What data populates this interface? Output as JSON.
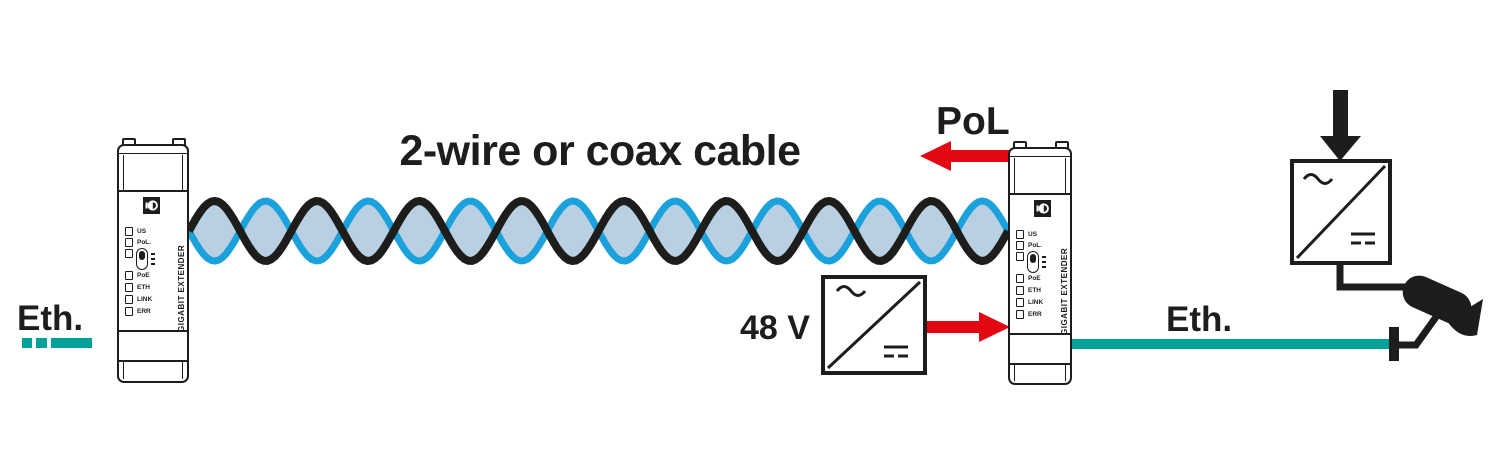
{
  "labels": {
    "cable_title": "2-wire or coax cable",
    "pol": "PoL",
    "voltage": "48 V",
    "eth_left": "Eth.",
    "eth_right": "Eth."
  },
  "device": {
    "brand": "GIGABIT EXTENDER",
    "led_us": "US",
    "led_pol": "PoL.",
    "led_poe": "PoE",
    "led_eth": "ETH",
    "led_link": "LINK",
    "led_err": "ERR"
  },
  "icons": {
    "ac": "ac-tilde-symbol",
    "dc": "dc-lines-symbol",
    "camera": "cctv-camera-icon",
    "power_in": "down-arrow-icon",
    "pol_direction": "left-arrow-icon",
    "power_feed": "right-arrow-icon"
  },
  "colors": {
    "black": "#1d1d1b",
    "red": "#e30613",
    "teal": "#00a19a",
    "cable_blue": "#1ba1dc",
    "cable_fill": "#b9cfe2"
  }
}
